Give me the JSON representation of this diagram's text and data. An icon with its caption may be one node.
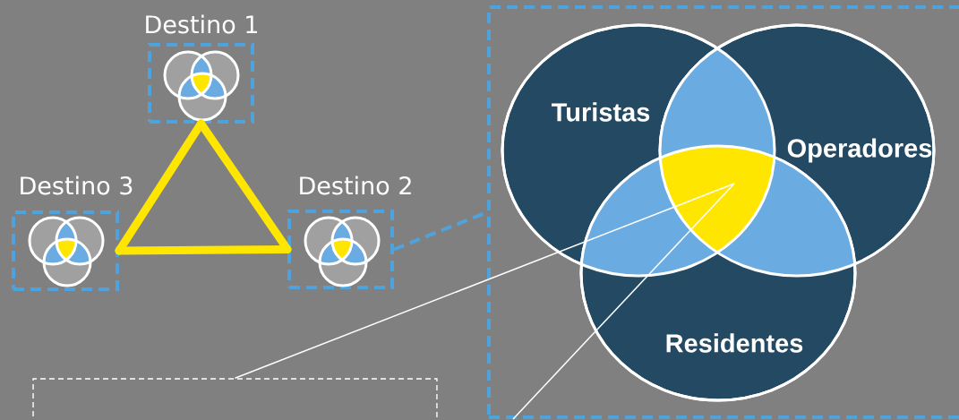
{
  "diagram": {
    "nodes": [
      {
        "text": [
          "Destino 1"
        ]
      },
      {
        "text": [
          "Destino 2"
        ]
      },
      {
        "text": [
          "Destino 3"
        ]
      },
      {
        "text": [],
        "shape": "box"
      },
      {
        "text": [
          "Turistas"
        ],
        "in": 3
      },
      {
        "text": [
          "Operadores"
        ],
        "in": 3
      },
      {
        "text": [
          "Residentes"
        ],
        "in": 3
      },
      {
        "text": [],
        "shape": "triangle"
      },
      {
        "text": [],
        "shape": "box"
      }
    ],
    "edges": [
      {
        "from": 0,
        "to": 1,
        "arrow": "none",
        "style": "thick"
      },
      {
        "from": 1,
        "to": 2,
        "arrow": "none",
        "style": "thick"
      },
      {
        "from": 2,
        "to": 0,
        "arrow": "none",
        "style": "thick"
      },
      {
        "from": 1,
        "to": 3,
        "arrow": "none",
        "style": "dashed",
        "color": "#4fa3dc"
      },
      {
        "from": 8,
        "to": 7,
        "arrow": "none",
        "color": "#ffffff"
      },
      {
        "from": 3,
        "to": 7,
        "arrow": "none",
        "color": "#ffffff"
      }
    ]
  }
}
